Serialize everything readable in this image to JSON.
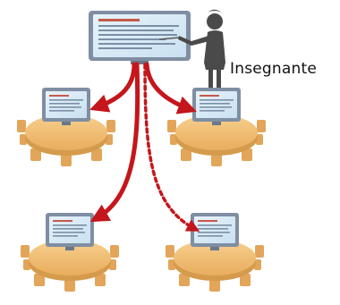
{
  "diagram": {
    "teacher_label": "Insegnante",
    "colors": {
      "screen_frame": "#7f8ea3",
      "screen_face": "#d7e9f6",
      "screen_text": "#7a8fa6",
      "screen_red": "#c55a4a",
      "arrow": "#c4161c",
      "table_top": "#f2c27a",
      "table_edge": "#d59b4c",
      "chair": "#e2a55a",
      "teacher": "#4a4a4a"
    },
    "links": [
      {
        "to": "table-top-left",
        "style": "solid"
      },
      {
        "to": "table-top-right",
        "style": "solid"
      },
      {
        "to": "table-bottom-left",
        "style": "solid"
      },
      {
        "to": "table-bottom-right",
        "style": "dashed"
      }
    ]
  }
}
